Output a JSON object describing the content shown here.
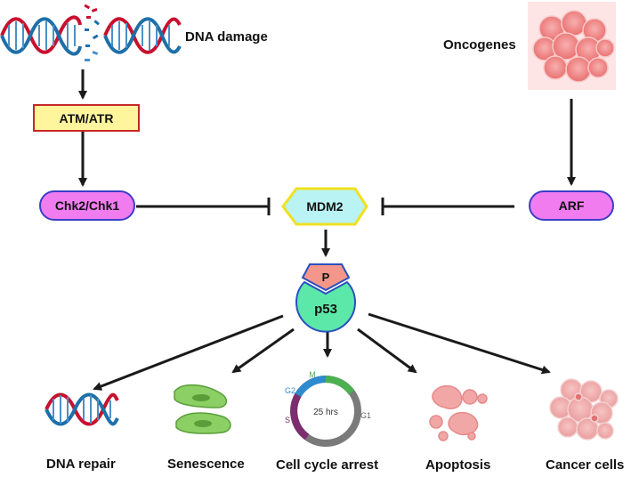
{
  "top": {
    "dna_damage_label": "DNA damage",
    "oncogenes_label": "Oncogenes"
  },
  "nodes": {
    "atm_atr": "ATM/ATR",
    "chk": "Chk2/Chk1",
    "mdm2": "MDM2",
    "arf": "ARF",
    "p": "P",
    "p53": "p53"
  },
  "cycle": {
    "center": "25 hrs",
    "m": "M",
    "g2": "G2",
    "s": "S",
    "g1": "G1"
  },
  "outcomes": {
    "dna_repair": "DNA repair",
    "senescence": "Senescence",
    "cell_cycle_arrest": "Cell cycle arrest",
    "apoptosis": "Apoptosis",
    "cancer_cells": "Cancer cells"
  },
  "colors": {
    "dna_red": "#c8102e",
    "dna_blue": "#1e6fa8",
    "atm_fill": "#fff59d",
    "atm_border": "#c62828",
    "pill_fill": "#f07cf0",
    "pill_border": "#3d3dc8",
    "mdm2_fill": "#b9f3f4",
    "mdm2_border": "#f0e020",
    "p_fill": "#f4978a",
    "p53_fill": "#5ce8a8",
    "p53_border": "#2a4fc0",
    "arrow": "#1a1a1a"
  }
}
